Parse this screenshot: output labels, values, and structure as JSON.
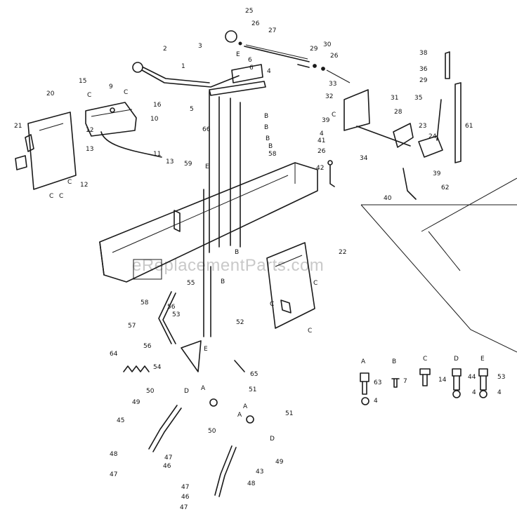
{
  "watermark": "eReplacementParts.com",
  "callouts": {
    "c1": "1",
    "c2": "2",
    "c3": "3",
    "c4": "4",
    "c5": "5",
    "c6": "6",
    "c7": "7",
    "c8": "8",
    "c9": "9",
    "c10": "10",
    "c11": "11",
    "c12": "12",
    "c13": "13",
    "c14": "14",
    "c15": "15",
    "c16": "16",
    "c20": "20",
    "c21": "21",
    "c22": "22",
    "c23": "23",
    "c24": "24",
    "c25": "25",
    "c26": "26",
    "c27": "27",
    "c28": "28",
    "c29": "29",
    "c30": "30",
    "c31": "31",
    "c32": "32",
    "c33": "33",
    "c34": "34",
    "c35": "35",
    "c36": "36",
    "c38": "38",
    "c39": "39",
    "c40": "40",
    "c41": "41",
    "c42": "42",
    "c43": "43",
    "c44": "44",
    "c45": "45",
    "c46": "46",
    "c47": "47",
    "c48": "48",
    "c49": "49",
    "c50": "50",
    "c51": "51",
    "c52": "52",
    "c53": "53",
    "c54": "54",
    "c55": "55",
    "c56": "56",
    "c57": "57",
    "c58": "58",
    "c59": "59",
    "c61": "61",
    "c62": "62",
    "c63": "63",
    "c64": "64",
    "c65": "65",
    "c66": "66",
    "lA": "A",
    "lB": "B",
    "lC": "C",
    "lD": "D",
    "lE": "E"
  },
  "hardware_key": [
    {
      "letter": "A",
      "part": "63",
      "qty_part": "4"
    },
    {
      "letter": "B",
      "part": "7"
    },
    {
      "letter": "C",
      "part": "14"
    },
    {
      "letter": "D",
      "part": "44",
      "qty_part": "4"
    },
    {
      "letter": "E",
      "part": "53",
      "qty_part": "4"
    }
  ]
}
